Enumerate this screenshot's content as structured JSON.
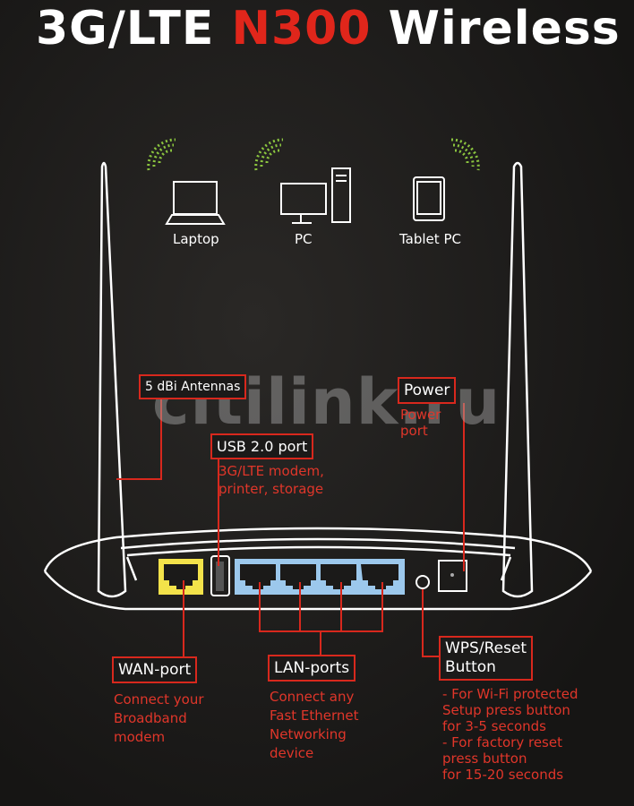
{
  "title": {
    "part1": "3G/LTE ",
    "part2": "N300",
    "part3": " Wireless"
  },
  "devices": [
    {
      "label": "Laptop",
      "icon": "laptop-icon"
    },
    {
      "label": "PC",
      "icon": "pc-icon"
    },
    {
      "label": "Tablet PC",
      "icon": "tablet-icon"
    }
  ],
  "watermark": "citilink.ru",
  "callouts": {
    "antennas": {
      "label": "5 dBi Antennas"
    },
    "usb": {
      "label": "USB 2.0 port",
      "note": "3G/LTE modem,\nprinter, storage"
    },
    "power": {
      "label": "Power",
      "note": "Power\nport"
    },
    "wan": {
      "label": "WAN-port",
      "note": "Connect your\nBroadband\nmodem"
    },
    "lan": {
      "label": "LAN-ports",
      "note": "Connect any\nFast Ethernet\nNetworking\ndevice"
    },
    "wps": {
      "label": "WPS/Reset\nButton",
      "note": "- For Wi-Fi protected\nSetup press button\nfor 3-5 seconds\n- For factory reset\npress button\nfor 15-20 seconds"
    }
  },
  "colors": {
    "accent": "#e0261b",
    "wan": "#f3e24a",
    "lan": "#9cc8ec",
    "wifi": "#8bc53f"
  }
}
